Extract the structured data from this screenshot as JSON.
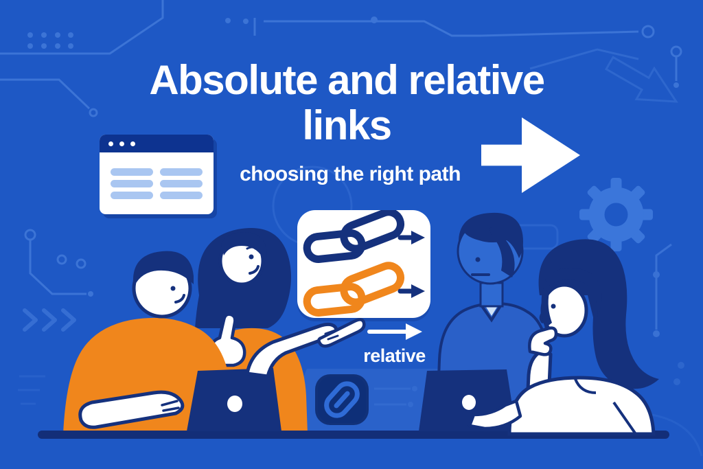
{
  "title": {
    "line1": "Absolute and relative",
    "line2": "links"
  },
  "subtitle": {
    "text": "choosing the right path"
  },
  "diagram": {
    "relative_label": "relative",
    "rows": [
      {
        "name": "chain-link-navy-with-arrow",
        "chain_color": "#15317D",
        "arrow_color": "#15317D"
      },
      {
        "name": "chain-link-orange-with-arrow",
        "chain_color": "#F0861C",
        "arrow_color": "#15317D"
      }
    ]
  },
  "colors": {
    "background_blue": "#1E58C5",
    "navy": "#15317D",
    "dark_navy": "#0D2C75",
    "header_navy": "#0D3390",
    "orange": "#F0861C",
    "white": "#FFFFFF",
    "pill_light_blue": "#A9C6F1",
    "circuit_trace_blue": "#3C74D6",
    "gear_blue": "#3B76DA",
    "silhouette_blue": "#2F6AD2",
    "shirt_blue": "#2A60C8",
    "desk_blue": "#2A62CA",
    "link_glyph_blue": "#2F6BD6"
  },
  "scene": {
    "entities": [
      "browser-window-icon",
      "right-arrow-icon",
      "gear-icon",
      "chain-links-card",
      "relative-arrow",
      "link-badge-icon",
      "man-orange-shirt-left",
      "woman-orange-shirt-pointing",
      "man-blue-silhouette",
      "woman-white-shirt-right",
      "laptop-left",
      "laptop-right",
      "desk-table",
      "circuit-trace-decorations",
      "chevrons-decoration",
      "dot-grid-decoration"
    ]
  }
}
